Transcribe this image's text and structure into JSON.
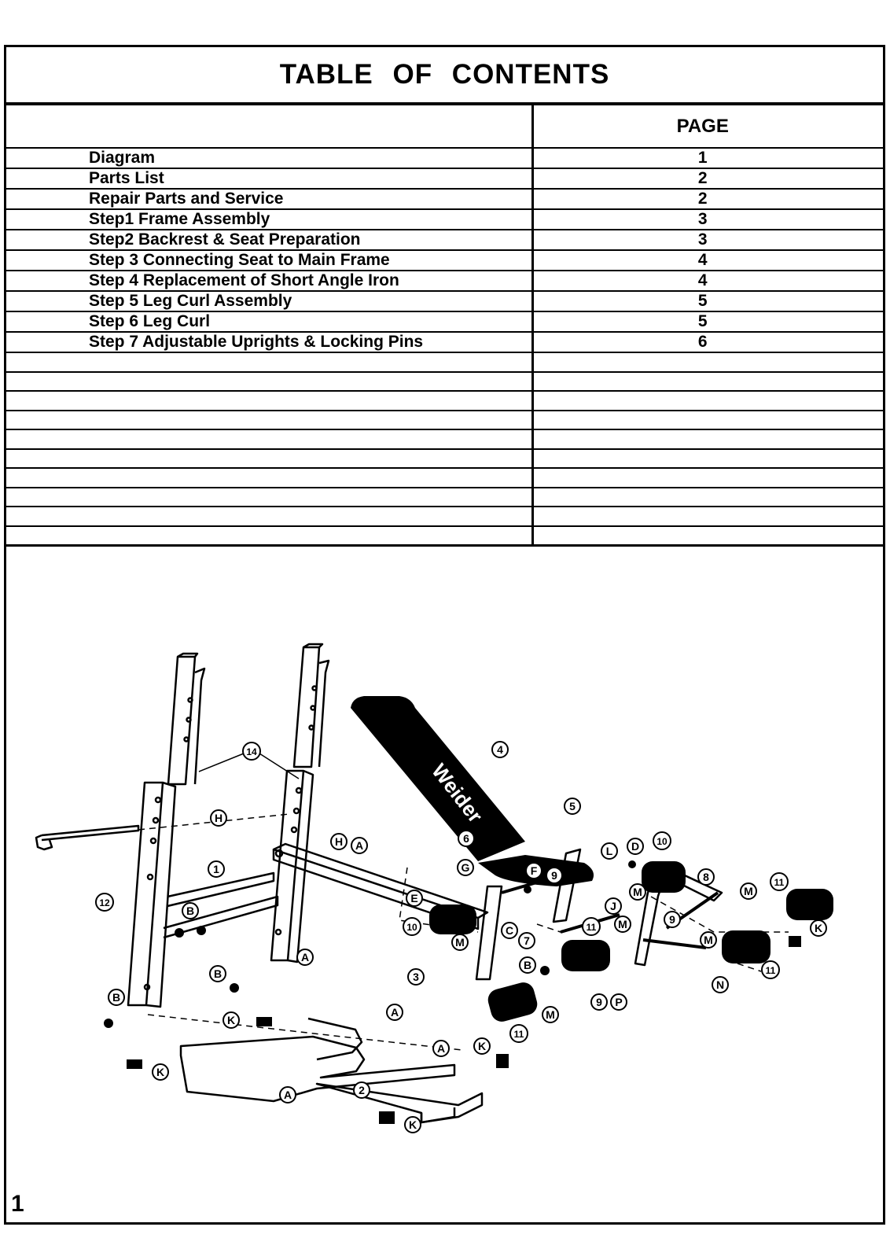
{
  "header": {
    "title": "TABLE  OF  CONTENTS"
  },
  "toc": {
    "page_heading": "PAGE",
    "entries": [
      {
        "title": "Diagram",
        "page": "1"
      },
      {
        "title": "Parts List",
        "page": "2"
      },
      {
        "title": "Repair Parts and Service",
        "page": "2"
      },
      {
        "title": "Step1  Frame Assembly",
        "page": "3"
      },
      {
        "title": "Step2  Backrest  & Seat Preparation",
        "page": "3"
      },
      {
        "title": "Step 3 Connecting Seat to Main Frame",
        "page": "4"
      },
      {
        "title": "Step 4  Replacement of Short Angle Iron",
        "page": "4"
      },
      {
        "title": "Step 5  Leg Curl Assembly",
        "page": "5"
      },
      {
        "title": "Step 6  Leg Curl",
        "page": "5"
      },
      {
        "title": "Step 7  Adjustable Uprights & Locking Pins",
        "page": "6"
      }
    ]
  },
  "diagram": {
    "brand": "Weider",
    "callouts": {
      "n1": "1",
      "n2": "2",
      "n3": "3",
      "n4": "4",
      "n5": "5",
      "n6": "6",
      "n7": "7",
      "n8": "8",
      "n9": "9",
      "n10": "10",
      "n11": "11",
      "n12": "12",
      "n14": "14",
      "A": "A",
      "B": "B",
      "C": "C",
      "D": "D",
      "E": "E",
      "F": "F",
      "G": "G",
      "H": "H",
      "J": "J",
      "K": "K",
      "L": "L",
      "M": "M",
      "N": "N",
      "P": "P"
    }
  },
  "footer": {
    "page_number": "1"
  }
}
